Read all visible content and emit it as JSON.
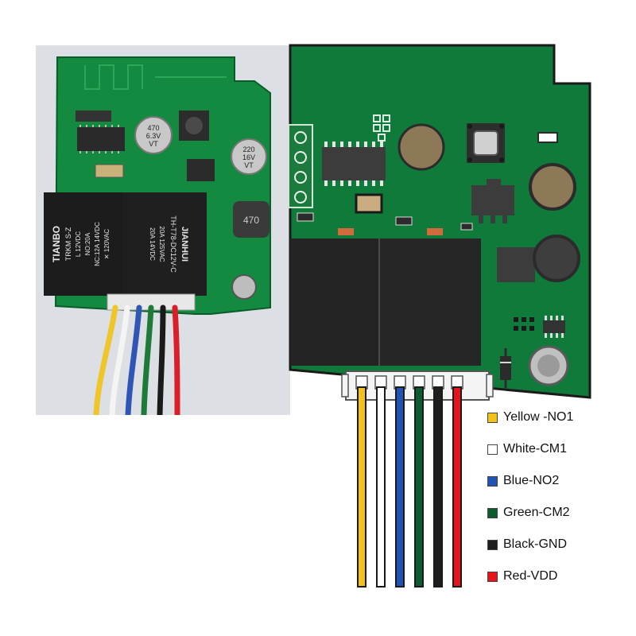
{
  "photo": {
    "relay_left": {
      "brand": "TIANBO",
      "model": "TRKM S-Z",
      "line1": "L 12VDC",
      "line2": "NO:20A",
      "line3": "NC:12A 14VDC",
      "line4": "✕ 120VAC"
    },
    "relay_right": {
      "brand": "JIANHUI",
      "model": "TH-T78-DC12V-C",
      "line1": "20A  125VAC",
      "line2": "20A  14VDC"
    },
    "cap_470": {
      "line1": "470",
      "line2": "6.3V",
      "line3": "VT"
    },
    "cap_220": {
      "line1": "220",
      "line2": "16V",
      "line3": "VT"
    },
    "inductor_label": "470"
  },
  "legend": [
    {
      "label": "Yellow -NO1",
      "color": "#f2c21b"
    },
    {
      "label": "White-CM1",
      "color": "#ffffff"
    },
    {
      "label": "Blue-NO2",
      "color": "#2352b6"
    },
    {
      "label": "Green-CM2",
      "color": "#0d5c2f"
    },
    {
      "label": "Black-GND",
      "color": "#1e1e1e"
    },
    {
      "label": "Red-VDD",
      "color": "#e8141b"
    }
  ],
  "colors": {
    "pcb": "#0f7a39",
    "pcb_dark": "#0b6b31",
    "relay": "#202020",
    "component": "#3c3c3c",
    "capacitor": "#8a7558"
  }
}
